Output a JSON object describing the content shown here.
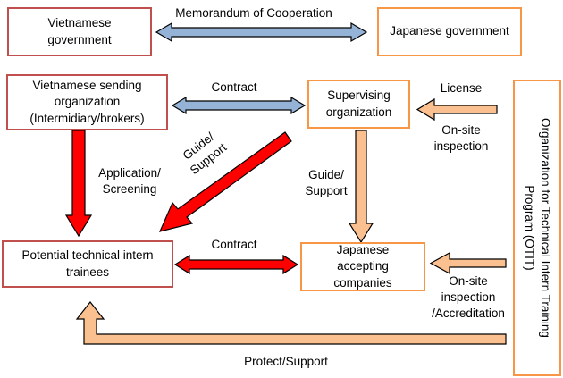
{
  "nodes": {
    "vn_gov": "Vietnamese\ngovernment",
    "jp_gov": "Japanese government",
    "vn_sending": "Vietnamese sending\norganization\n(Intermidiary/brokers)",
    "supervising": "Supervising\norganization",
    "trainees": "Potential technical intern\ntrainees",
    "jp_companies": "Japanese\naccepting\ncompanies",
    "otit": "Organization for Technical Intern Training\nProgram (OTIT)"
  },
  "labels": {
    "memorandum": "Memorandum of Cooperation",
    "contract_top": "Contract",
    "license": "License",
    "onsite_top": "On-site\ninspection",
    "guide_diag": "Guide/\nSupport",
    "application": "Application/\nScreening",
    "guide_vert": "Guide/\nSupport",
    "contract_bottom": "Contract",
    "onsite_bottom": "On-site\ninspection\n/Accreditation",
    "protect": "Protect/Support"
  },
  "colors": {
    "box_red_border": "#c0504d",
    "box_orange_border": "#f79646",
    "arrow_blue": "#95b3d7",
    "arrow_red": "#ff0000",
    "arrow_orange": "#fac090",
    "arrow_outline": "#000000"
  }
}
